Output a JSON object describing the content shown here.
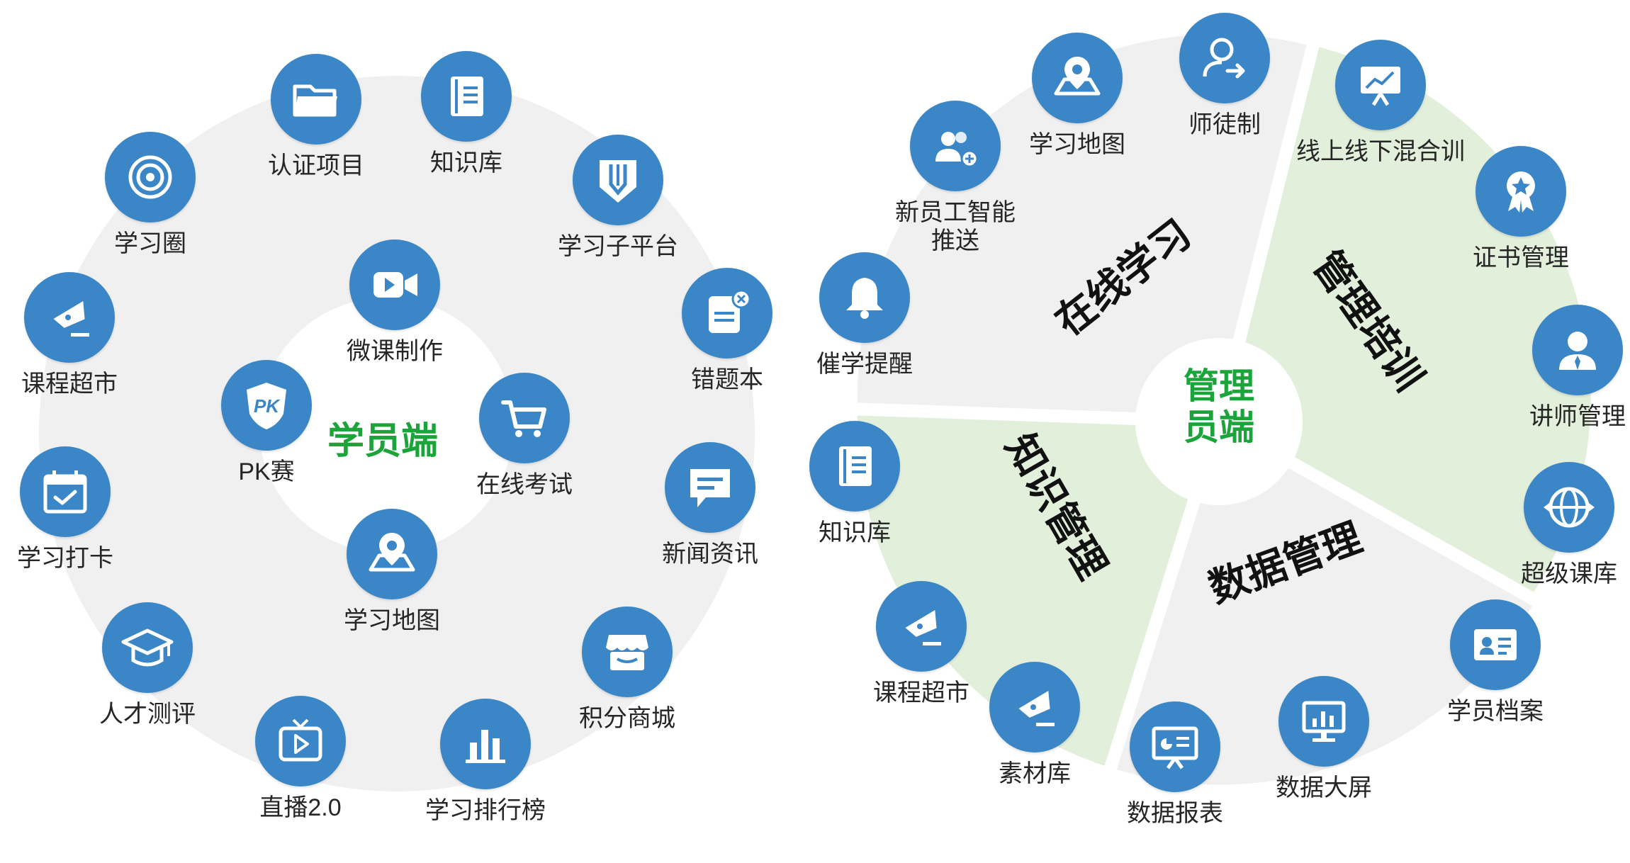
{
  "student": {
    "title": "学员端",
    "inner_items": [
      {
        "label": "微课制作",
        "icon": "video-camera-icon"
      },
      {
        "label": "PK赛",
        "icon": "pk-shield-icon"
      },
      {
        "label": "在线考试",
        "icon": "shopping-cart-icon"
      },
      {
        "label": "学习地图",
        "icon": "map-pin-icon"
      }
    ],
    "outer_items": [
      {
        "label": "认证项目",
        "icon": "folder-icon"
      },
      {
        "label": "知识库",
        "icon": "notebook-icon"
      },
      {
        "label": "学习子平台",
        "icon": "pencil-badge-icon"
      },
      {
        "label": "错题本",
        "icon": "wrong-note-icon"
      },
      {
        "label": "新闻资讯",
        "icon": "message-icon"
      },
      {
        "label": "积分商城",
        "icon": "store-icon"
      },
      {
        "label": "学习排行榜",
        "icon": "bar-chart-icon"
      },
      {
        "label": "直播2.0",
        "icon": "tv-icon"
      },
      {
        "label": "人才测评",
        "icon": "graduation-cap-icon"
      },
      {
        "label": "学习打卡",
        "icon": "calendar-check-icon"
      },
      {
        "label": "课程超市",
        "icon": "fountain-pen-icon"
      },
      {
        "label": "学习圈",
        "icon": "target-icon"
      }
    ]
  },
  "admin": {
    "title_line1": "管理",
    "title_line2": "员端",
    "sectors": [
      "在线学习",
      "管理培训",
      "数据管理",
      "知识管理"
    ],
    "items": [
      {
        "label": "催学提醒",
        "icon": "bell-icon"
      },
      {
        "label": "新员工智能推送",
        "icon": "add-users-icon"
      },
      {
        "label": "学习地图",
        "icon": "map-pin-icon"
      },
      {
        "label": "师徒制",
        "icon": "user-arrow-icon"
      },
      {
        "label": "线上线下混合训",
        "icon": "presentation-icon"
      },
      {
        "label": "证书管理",
        "icon": "award-icon"
      },
      {
        "label": "讲师管理",
        "icon": "lecturer-icon"
      },
      {
        "label": "超级课库",
        "icon": "globe-icon"
      },
      {
        "label": "学员档案",
        "icon": "id-card-icon"
      },
      {
        "label": "数据大屏",
        "icon": "monitor-chart-icon"
      },
      {
        "label": "数据报表",
        "icon": "report-board-icon"
      },
      {
        "label": "素材库",
        "icon": "fountain-pen-icon"
      },
      {
        "label": "课程超市",
        "icon": "fountain-pen-icon"
      },
      {
        "label": "知识库",
        "icon": "notebook-icon"
      }
    ]
  },
  "colors": {
    "icon_blue": "#3b86c6",
    "title_green": "#1aa43a",
    "ring_gray": "#f0f0f0",
    "sector_green": "#e2efdb"
  }
}
